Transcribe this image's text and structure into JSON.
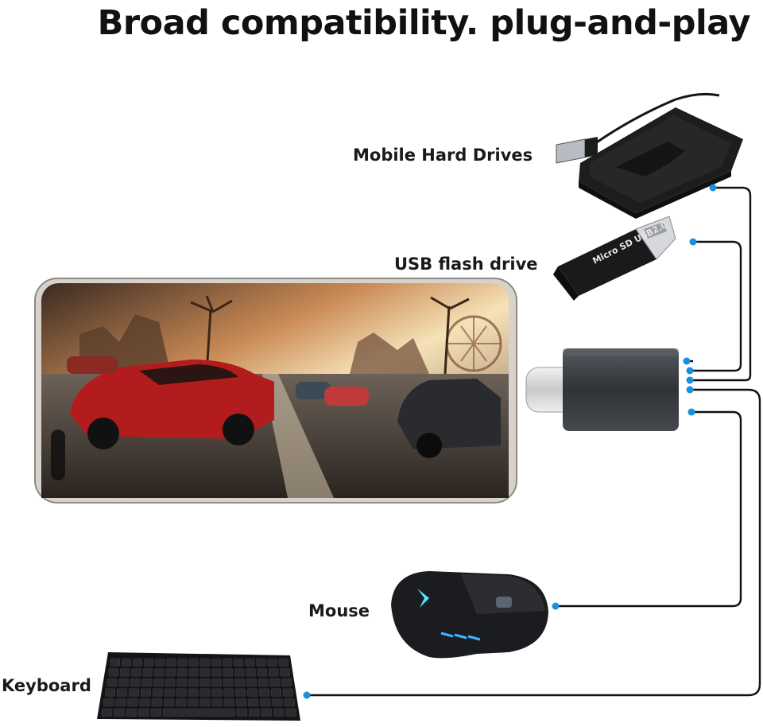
{
  "header": {
    "title": "Broad compatibility. plug-and-play"
  },
  "devices": {
    "hdd": "Mobile Hard Drives",
    "flash": "USB flash drive",
    "mouse": "Mouse",
    "keyboard": "Keyboard"
  },
  "flash_drive": {
    "markings": "Micro SD USB2.0"
  },
  "colors": {
    "accent": "#1a8fe0",
    "cable": "#111111",
    "title": "#111111",
    "adapter": "#3c3f44"
  },
  "icons": [
    "hard-drive-icon",
    "usb-flash-drive-icon",
    "usb-adapter-icon",
    "smartphone-icon",
    "mouse-icon",
    "keyboard-icon"
  ]
}
